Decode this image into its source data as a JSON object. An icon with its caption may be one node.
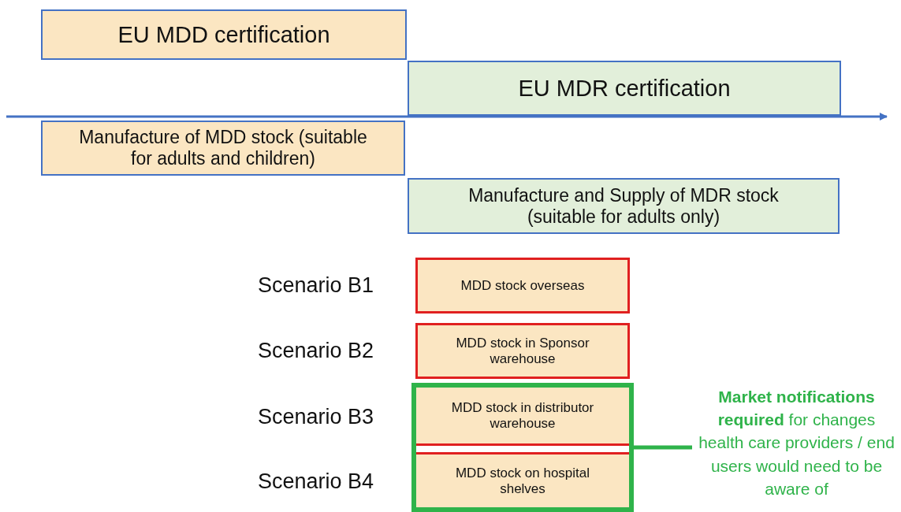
{
  "diagram": {
    "nodes": [
      {
        "text": [
          "EU MDD certification"
        ]
      },
      {
        "text": [
          "EU MDR certification"
        ]
      },
      {
        "text": [
          "Manufacture of MDD stock (suitable for adults and children)"
        ]
      },
      {
        "text": [
          "Manufacture and Supply of MDR stock (suitable for adults only)"
        ]
      },
      {
        "text": [
          "MDD stock overseas"
        ]
      },
      {
        "text": [
          "MDD stock in Sponsor warehouse"
        ]
      },
      {
        "text": [],
        "shape": "box"
      },
      {
        "text": [
          "MDD stock in distributor warehouse"
        ],
        "in": 6
      },
      {
        "text": [
          "MDD stock on hospital shelves"
        ],
        "in": 6
      },
      {
        "text": [
          "**Market notifications required** for changes health care providers / end users would need to be aware of"
        ]
      }
    ],
    "edges": [
      {
        "from": 6,
        "to": 9,
        "arrow": "none",
        "color": "#2fb34a"
      }
    ],
    "labels": [
      "Scenario B1",
      "Scenario B2",
      "Scenario B3",
      "Scenario B4"
    ]
  }
}
